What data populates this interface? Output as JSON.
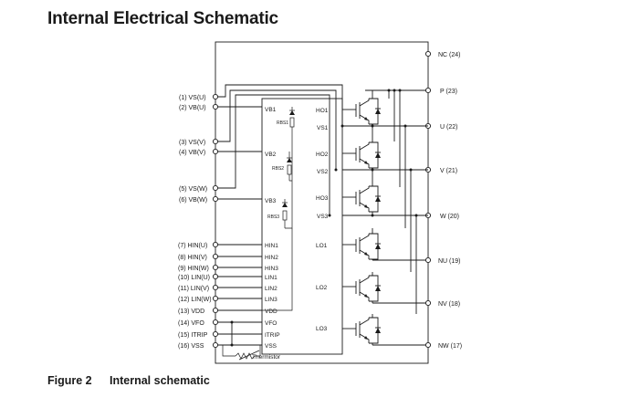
{
  "title": "Internal Electrical Schematic",
  "figure": {
    "label": "Figure 2",
    "caption": "Internal schematic"
  },
  "left_pins": [
    "(1) VS(U)",
    "(2) VB(U)",
    "(3) VS(V)",
    "(4) VB(V)",
    "(5) VS(W)",
    "(6) VB(W)",
    "(7) HIN(U)",
    "(8) HIN(V)",
    "(9) HIN(W)",
    "(10) LIN(U)",
    "(11) LIN(V)",
    "(12) LIN(W)",
    "(13) VDD",
    "(14) VFO",
    "(15) ITRIP",
    "(16) VSS"
  ],
  "right_pins": [
    "NC (24)",
    "P (23)",
    "U (22)",
    "V (21)",
    "W (20)",
    "NU (19)",
    "NV (18)",
    "NW (17)"
  ],
  "ic_left_pins": [
    "VB1",
    "VB2",
    "VB3",
    "HIN1",
    "HIN2",
    "HIN3",
    "LIN1",
    "LIN2",
    "LIN3",
    "VDD",
    "VFO",
    "ITRIP",
    "VSS"
  ],
  "ic_right_pins": [
    "HO1",
    "VS1",
    "HO2",
    "VS2",
    "HO3",
    "VS3",
    "LO1",
    "LO2",
    "LO3"
  ],
  "resistors": [
    "RBS1",
    "RBS2",
    "RBS3"
  ],
  "thermistor_label": "Thermistor",
  "icons": [
    "igbt-icon",
    "freewheel-diode-icon",
    "bootstrap-diode-icon",
    "resistor-icon",
    "thermistor-icon"
  ]
}
